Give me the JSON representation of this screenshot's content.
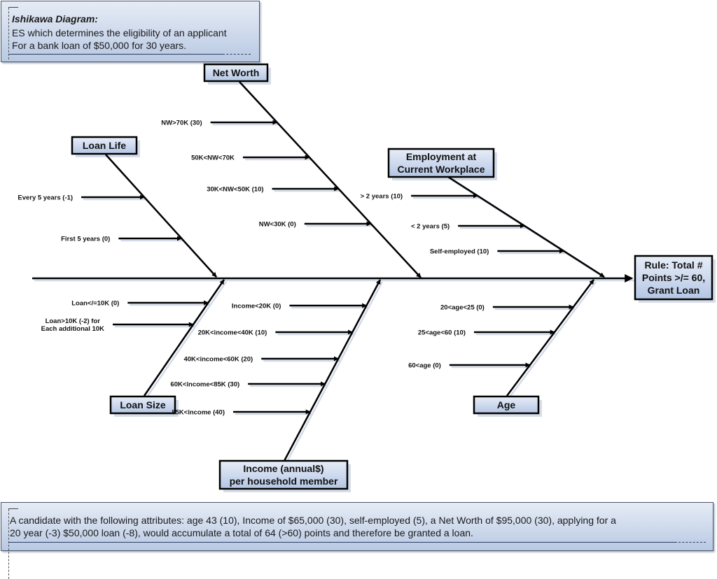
{
  "title_note": {
    "heading": "Ishikawa Diagram:",
    "line1": "ES which determines the eligibility of an applicant",
    "line2": "For a bank loan of $50,000 for 30 years."
  },
  "effect": {
    "lines": [
      "Rule: Total #",
      "Points >/= 60,",
      "Grant Loan"
    ]
  },
  "categories": [
    {
      "id": "net-worth",
      "position": "top",
      "label_lines": [
        "Net Worth"
      ],
      "causes": [
        {
          "lines": [
            "NW>70K (30)"
          ]
        },
        {
          "lines": [
            "50K<NW<70K"
          ]
        },
        {
          "lines": [
            "30K<NW<50K (10)"
          ]
        },
        {
          "lines": [
            "NW<30K (0)"
          ]
        }
      ]
    },
    {
      "id": "loan-life",
      "position": "top",
      "label_lines": [
        "Loan Life"
      ],
      "causes": [
        {
          "lines": [
            "Every 5 years (-1)"
          ]
        },
        {
          "lines": [
            "First 5 years (0)"
          ]
        }
      ]
    },
    {
      "id": "employment",
      "position": "top",
      "label_lines": [
        "Employment at",
        "Current Workplace"
      ],
      "causes": [
        {
          "lines": [
            "> 2 years (10)"
          ]
        },
        {
          "lines": [
            "< 2 years (5)"
          ]
        },
        {
          "lines": [
            "Self-employed (10)"
          ]
        }
      ]
    },
    {
      "id": "loan-size",
      "position": "bottom",
      "label_lines": [
        "Loan Size"
      ],
      "causes": [
        {
          "lines": [
            "Loan</=10K (0)"
          ]
        },
        {
          "lines": [
            "Loan>10K (-2) for",
            "Each additional 10K"
          ]
        }
      ]
    },
    {
      "id": "income",
      "position": "bottom",
      "label_lines": [
        "Income (annual$)",
        "per household member"
      ],
      "causes": [
        {
          "lines": [
            "Income<20K (0)"
          ]
        },
        {
          "lines": [
            "20K<income<40K (10)"
          ]
        },
        {
          "lines": [
            "40K<income<60K (20)"
          ]
        },
        {
          "lines": [
            "60K<income<85K (30)"
          ]
        },
        {
          "lines": [
            "85K<income (40)"
          ]
        }
      ]
    },
    {
      "id": "age",
      "position": "bottom",
      "label_lines": [
        "Age"
      ],
      "causes": [
        {
          "lines": [
            "20<age<25 (0)"
          ]
        },
        {
          "lines": [
            "25<age<60 (10)"
          ]
        },
        {
          "lines": [
            "60<age (0)"
          ]
        }
      ]
    }
  ],
  "example_note": {
    "line1": "A candidate with the following attributes: age 43 (10), Income of $65,000 (30), self-employed (5), a Net Worth of $95,000 (30), applying for a",
    "line2": "20 year (-3) $50,000 loan (-8), would accumulate a total of 64 (>60) points and therefore be granted a loan."
  },
  "colors": {
    "box_fill_top": "#e8eef8",
    "box_fill_bottom": "#b4c6e4",
    "line": "#000000"
  }
}
